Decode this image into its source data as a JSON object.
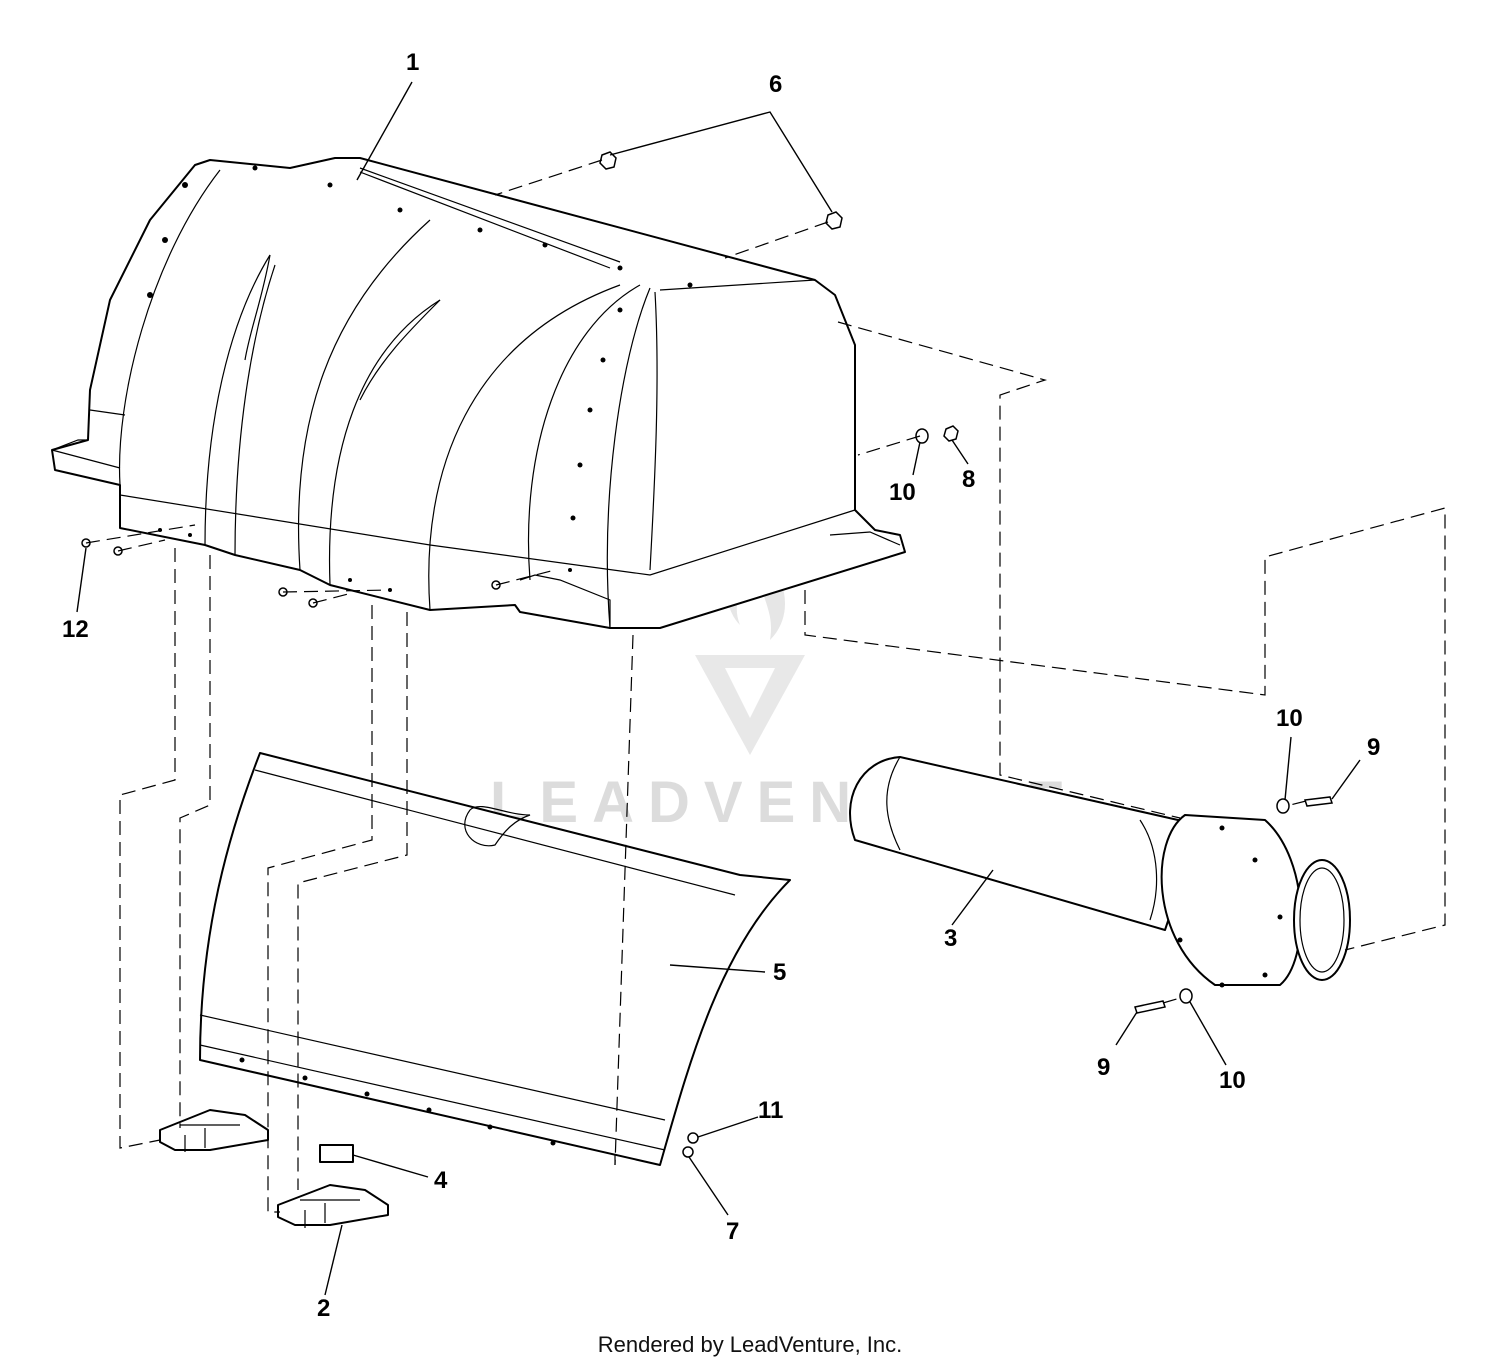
{
  "callouts": [
    {
      "label": "1"
    },
    {
      "label": "6"
    },
    {
      "label": "10"
    },
    {
      "label": "8"
    },
    {
      "label": "12"
    },
    {
      "label": "10"
    },
    {
      "label": "9"
    },
    {
      "label": "3"
    },
    {
      "label": "5"
    },
    {
      "label": "9"
    },
    {
      "label": "10"
    },
    {
      "label": "11"
    },
    {
      "label": "4"
    },
    {
      "label": "7"
    },
    {
      "label": "2"
    }
  ],
  "watermark": {
    "text": "LEADVENTURE"
  },
  "footer": {
    "text": "Rendered by LeadVenture, Inc."
  }
}
